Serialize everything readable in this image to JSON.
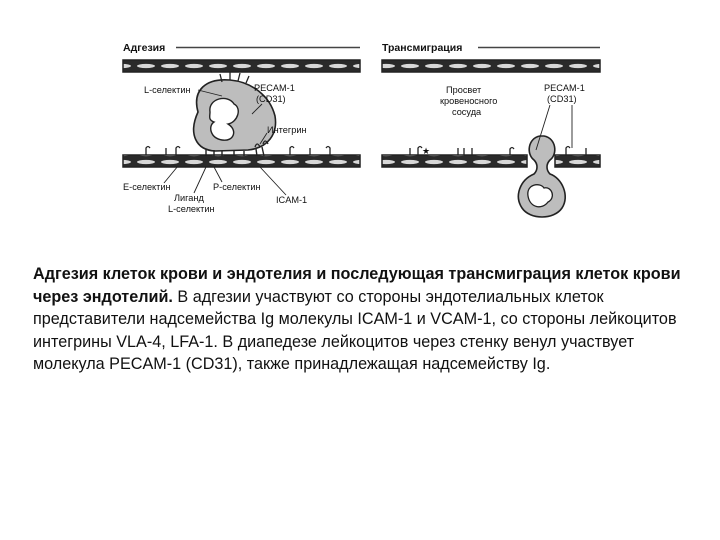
{
  "figure": {
    "left_panel": {
      "title": "Адгезия",
      "labels": {
        "l_selectin": "L-селектин",
        "pecam_line1": "PECAM-1",
        "pecam_line2": "(CD31)",
        "integrin": "Интегрин",
        "e_selectin": "E-селектин",
        "p_selectin": "P-селектин",
        "ligand_line1": "Лиганд",
        "ligand_line2": "L-селектин",
        "icam": "ICAM-1"
      }
    },
    "right_panel": {
      "title": "Трансмиграция",
      "labels": {
        "lumen_line1": "Просвет",
        "lumen_line2": "кровеносного",
        "lumen_line3": "сосуда",
        "pecam_line1": "PECAM-1",
        "pecam_line2": "(CD31)"
      }
    }
  },
  "caption": {
    "lead": "Адгезия клеток крови и эндотелия и последующая трансмиграция клеток крови через эндотелий.",
    "body": " В адгезии участвуют со стороны эндотелиальных клеток представители надсемейства Ig молекулы ICAM-1 и VCAM-1, со стороны лейкоцитов интегрины VLA-4, LFA-1. В диапедезе лейкоцитов через стенку венул участвует молекула PECAM-1 (CD31), также принадлежащая надсемейству Ig."
  }
}
